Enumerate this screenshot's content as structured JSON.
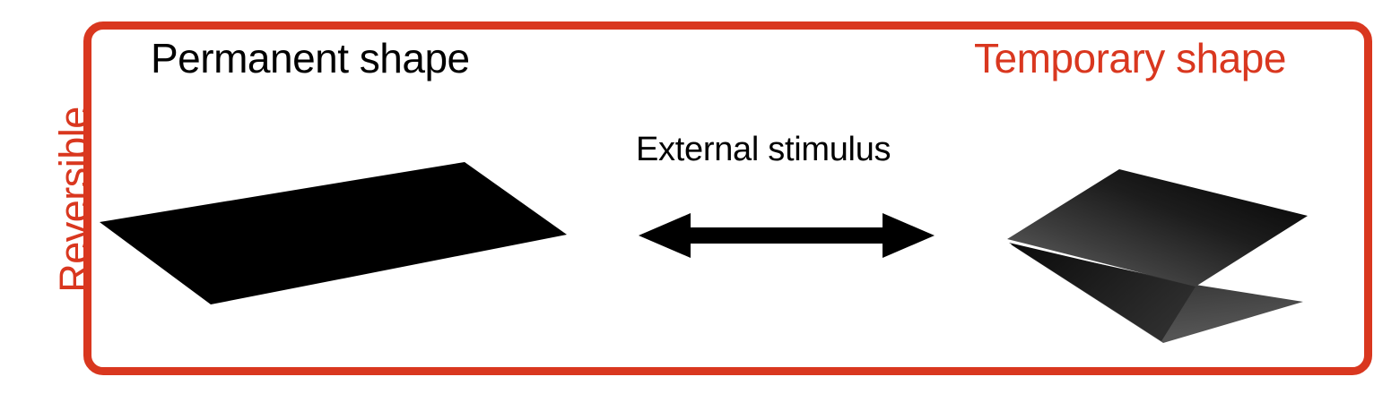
{
  "figure": {
    "category_label": "Reversible",
    "frame_color": "#d9371f",
    "background_color": "#ffffff"
  },
  "left_panel": {
    "title": "Permanent shape",
    "title_color": "#000000",
    "shape_icon": "flat-sheet-icon",
    "shape_color": "#000000"
  },
  "center": {
    "caption": "External stimulus",
    "caption_color": "#000000",
    "arrow_icon": "double-headed-horizontal-arrow-icon",
    "arrow_color": "#000000"
  },
  "right_panel": {
    "title": "Temporary shape",
    "title_color": "#d9371f",
    "shape_icon": "folded-sheet-icon",
    "shape_gradient_from": "#0d0d0d",
    "shape_gradient_to": "#5a5a5a"
  }
}
